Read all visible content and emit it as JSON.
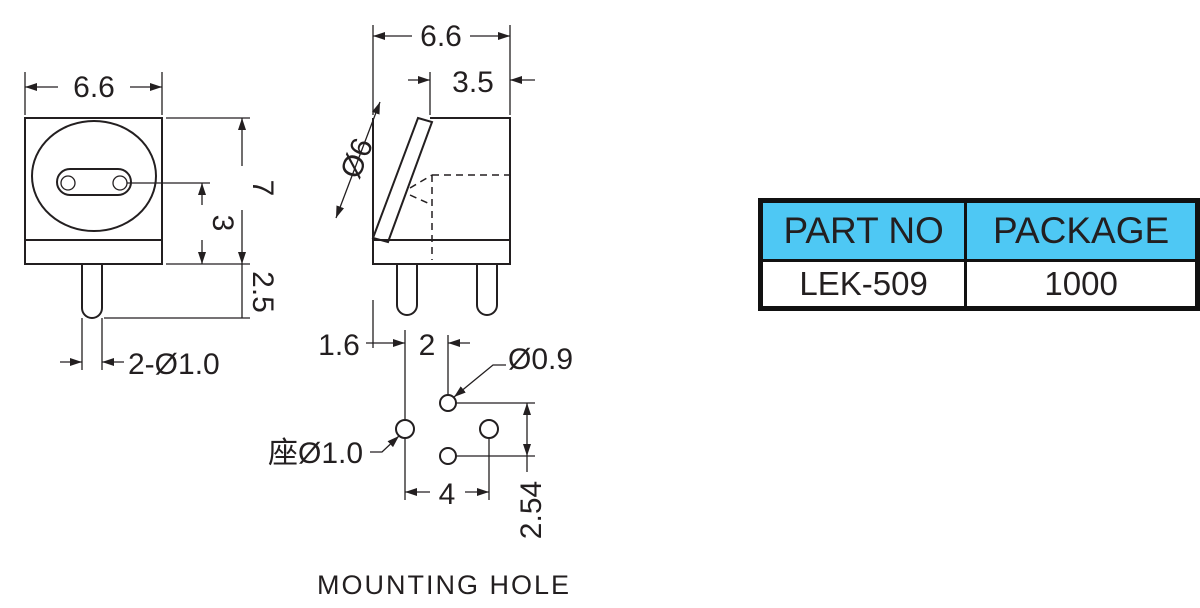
{
  "front_view": {
    "width_dim": "6.6",
    "height_dim": "7",
    "hole_height_dim": "3",
    "pin_length_dim": "2.5",
    "pin_diameter_dim": "2-Ø1.0"
  },
  "side_view": {
    "width_dim": "6.6",
    "offset_dim": "3.5",
    "diameter_dim": "Ø6"
  },
  "mounting_hole": {
    "left_offset_dim": "1.6",
    "spacing_dim": "2",
    "small_hole_dim": "Ø0.9",
    "seat_hole_dim": "座Ø1.0",
    "pitch_dim": "4",
    "vertical_pitch_dim": "2.54",
    "caption": "MOUNTING HOLE"
  },
  "table": {
    "headers": [
      "PART NO",
      "PACKAGE"
    ],
    "rows": [
      [
        "LEK-509",
        "1000"
      ]
    ],
    "header_color": "#4ec8f4"
  }
}
